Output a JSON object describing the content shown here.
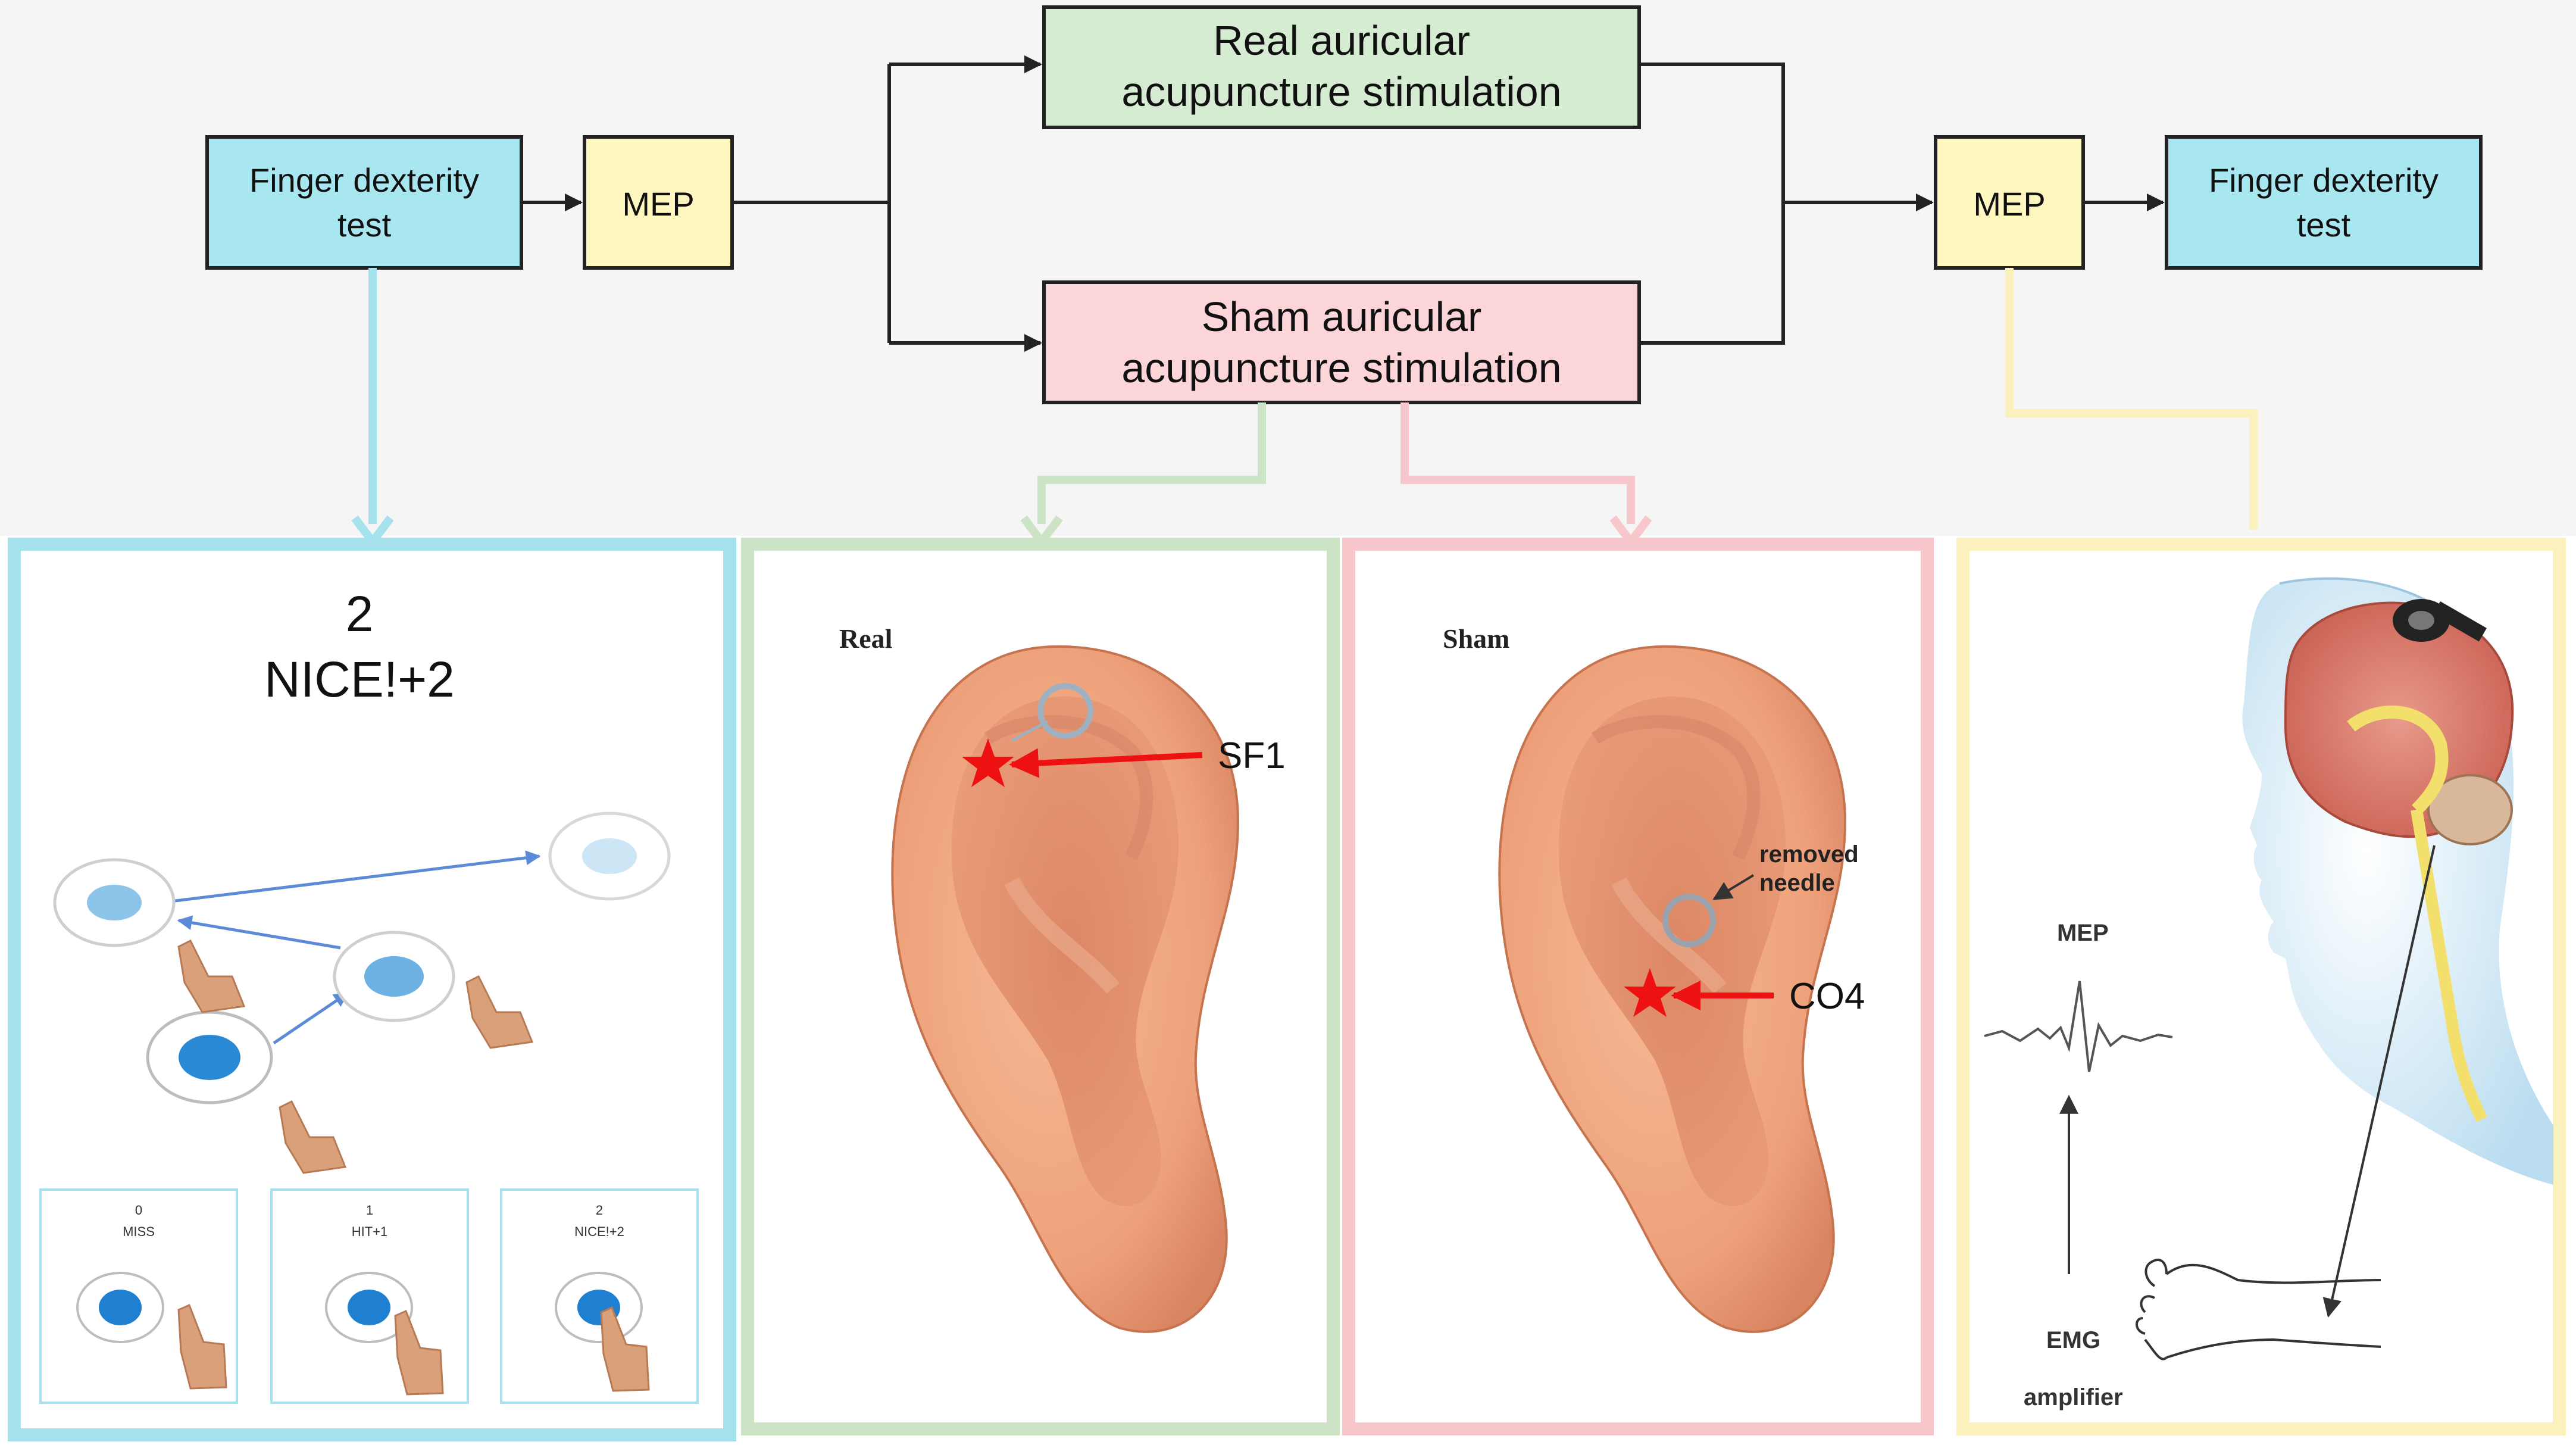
{
  "flow": {
    "finger_test_left": [
      "Finger dexterity",
      "test"
    ],
    "mep_left": "MEP",
    "real_box": [
      "Real auricular",
      "acupuncture stimulation"
    ],
    "sham_box": [
      "Sham auricular",
      "acupuncture stimulation"
    ],
    "mep_right": "MEP",
    "finger_test_right": [
      "Finger dexterity",
      "test"
    ]
  },
  "game_panel": {
    "score_value": "2",
    "score_text": "NICE!+2",
    "cards": [
      {
        "value": "0",
        "label": "MISS"
      },
      {
        "value": "1",
        "label": "HIT+1"
      },
      {
        "value": "2",
        "label": "NICE!+2"
      }
    ]
  },
  "real_panel": {
    "title": "Real",
    "point_label": "SF1"
  },
  "sham_panel": {
    "title": "Sham",
    "needle_label": [
      "removed",
      "needle"
    ],
    "point_label": "CO4"
  },
  "mep_panel": {
    "mep_label": "MEP",
    "emg_label": [
      "EMG",
      "amplifier"
    ]
  },
  "colors": {
    "flow_blue": "#a8e6f0",
    "flow_yellow": "#fff7c0",
    "flow_green": "#d6ecd2",
    "flow_pink": "#fcd5d9",
    "border_blue": "#a6e1ee",
    "border_green": "#cce3c6",
    "border_pink": "#f8c7cc",
    "border_yellow": "#fbf1bc",
    "star_red": "#ee1111"
  }
}
